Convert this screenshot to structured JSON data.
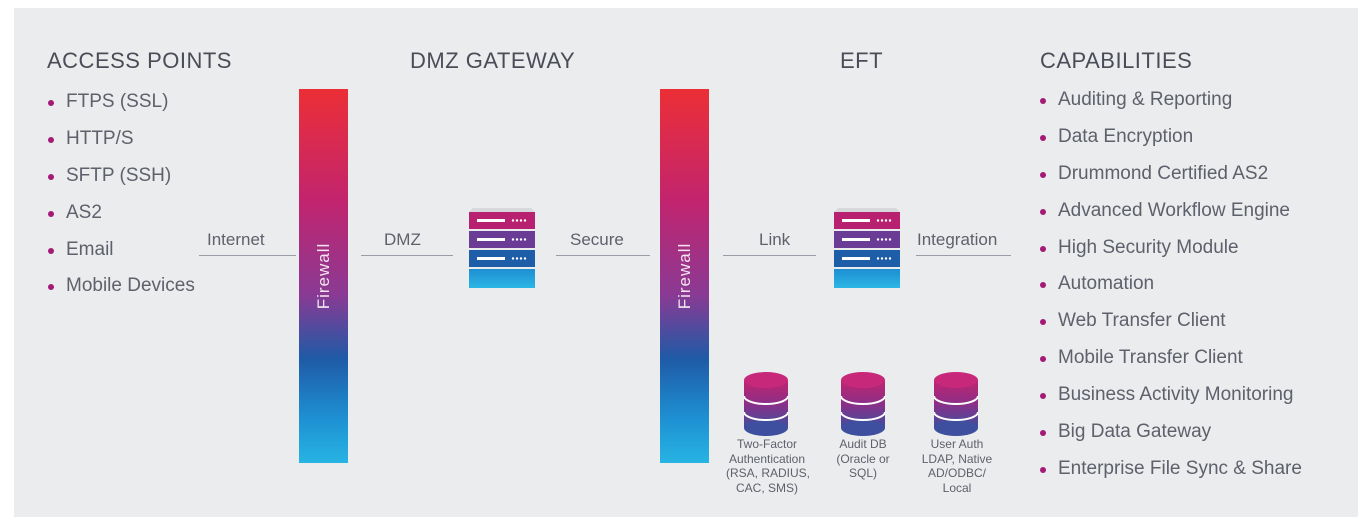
{
  "headings": {
    "access_points": "ACCESS POINTS",
    "dmz_gateway": "DMZ GATEWAY",
    "eft": "EFT",
    "capabilities": "CAPABILITIES"
  },
  "access_points": [
    "FTPS (SSL)",
    "HTTP/S",
    "SFTP (SSH)",
    "AS2",
    "Email",
    "Mobile Devices"
  ],
  "capabilities": [
    "Auditing & Reporting",
    "Data Encryption",
    "Drummond Certified AS2",
    "Advanced Workflow Engine",
    "High Security Module",
    "Automation",
    "Web Transfer Client",
    "Mobile Transfer Client",
    "Business Activity Monitoring",
    "Big Data Gateway",
    "Enterprise File Sync & Share"
  ],
  "firewall_label": "Firewall",
  "connections": {
    "internet": "Internet",
    "dmz": "DMZ",
    "secure": "Secure",
    "link": "Link",
    "integration": "Integration"
  },
  "databases": [
    {
      "lines": [
        "Two-Factor",
        "Authentication",
        "(RSA, RADIUS,",
        "CAC, SMS)"
      ]
    },
    {
      "lines": [
        "Audit DB",
        "(Oracle or",
        "SQL)"
      ]
    },
    {
      "lines": [
        "User Auth",
        "LDAP, Native",
        "AD/ODBC/",
        "Local"
      ]
    }
  ],
  "colors": {
    "background": "#ebeced",
    "bullet": "#a41a76",
    "firewall_top": "#ec2f36",
    "firewall_bottom": "#27b4e3",
    "server_blue": "#1e5ea8",
    "db_magenta": "#b0237a"
  },
  "icons": {
    "server": "server-stack-icon",
    "database": "database-icon"
  }
}
